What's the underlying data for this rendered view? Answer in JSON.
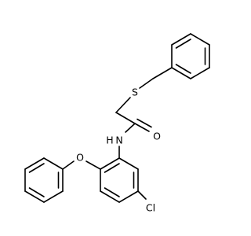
{
  "structure": {
    "atoms": {
      "sulfur": "S",
      "oxygen_carbonyl": "O",
      "amide_nitrogen": "N",
      "amide_hydrogen": "H",
      "ether_oxygen": "O",
      "chlorine": "Cl"
    },
    "bond_color": "#000000",
    "background": "#ffffff"
  }
}
